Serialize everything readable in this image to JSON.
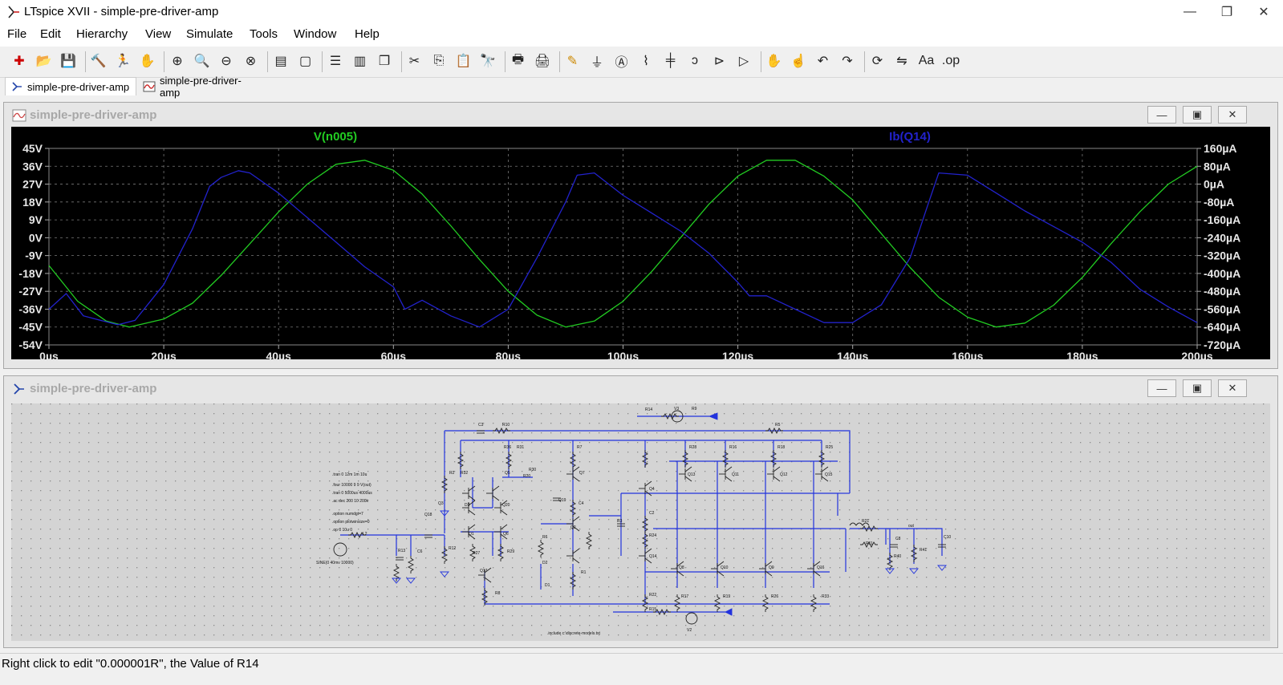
{
  "window": {
    "title": "LTspice XVII - simple-pre-driver-amp",
    "controls": [
      "minimize-icon",
      "restore-icon",
      "close-icon"
    ]
  },
  "menu": [
    {
      "label": "File",
      "accel": "F"
    },
    {
      "label": "Edit",
      "accel": "E"
    },
    {
      "label": "Hierarchy",
      "accel": "H"
    },
    {
      "label": "View",
      "accel": "V"
    },
    {
      "label": "Simulate",
      "accel": "S"
    },
    {
      "label": "Tools",
      "accel": "T"
    },
    {
      "label": "Window",
      "accel": "W"
    },
    {
      "label": "Help",
      "accel": "H"
    }
  ],
  "toolbar": {
    "icons": [
      "new-schematic-icon",
      "open-icon",
      "save-icon",
      "control-panel-icon",
      "run-icon",
      "halt-icon",
      "zoom-in-icon",
      "zoom-pan-icon",
      "zoom-out-icon",
      "zoom-cancel-icon",
      "autorange-icon",
      "zoom-unzoom-icon",
      "tile-horizontal-icon",
      "tile-vertical-icon",
      "cascade-icon",
      "cut-icon",
      "copy-icon",
      "paste-icon",
      "find-icon",
      "print-icon",
      "print-setup-icon",
      "wire-icon",
      "ground-icon",
      "label-net-icon",
      "resistor-icon",
      "capacitor-icon",
      "inductor-icon",
      "diode-icon",
      "component-icon",
      "move-icon",
      "drag-icon",
      "undo-icon",
      "redo-icon",
      "rotate-icon",
      "mirror-icon",
      "text-icon",
      "spice-directive-icon"
    ],
    "op_label": ".op",
    "text_label": "Aa"
  },
  "tabs": [
    {
      "label": "simple-pre-driver-amp",
      "icon": "schematic-icon",
      "active": true
    },
    {
      "label": "simple-pre-driver-amp",
      "icon": "waveform-icon",
      "active": false
    }
  ],
  "plot_window": {
    "title": "simple-pre-driver-amp",
    "icon": "waveform-icon"
  },
  "schematic_window": {
    "title": "simple-pre-driver-amp",
    "icon": "schematic-icon",
    "directives": [
      ".tran 0 12m 1m 10u",
      ".four 10000 9 9 V(out)",
      ".tran 0 5000us 4000us",
      ".ac dec 200 10 200k",
      ".option numdgt=7",
      ".option plotwinsize=0",
      ".op 0 10u 0"
    ],
    "source_label": "SINE(0 40mv 10000)",
    "include_text": ".include c:\\discrete-models.txt",
    "part_labels": [
      "R14",
      "V3",
      "R9",
      "R10",
      "C3",
      "R5",
      "R2",
      "Q3",
      "R36",
      "R31",
      "R30",
      "R20",
      "R7",
      "R28",
      "R16",
      "R18",
      "R25",
      "R32",
      "Q5",
      "Q7",
      "Q4",
      "Q13",
      "Q11",
      "Q12",
      "Q15",
      "Q18",
      "D3",
      "Q20",
      "Q19",
      "C4",
      "R3",
      "C2",
      "R21",
      "L2",
      "R13",
      "C6",
      "R12",
      "R8",
      "Q1",
      "Q6",
      "Q2",
      "R6",
      "R24",
      "R11",
      "C8",
      "R40",
      "R41",
      "C10",
      "Q17",
      "R29",
      "D2",
      "Q14",
      "Q8",
      "Q10",
      "Q9",
      "Q16",
      "R1",
      "R27",
      "D1",
      "R15",
      "V2",
      "R22",
      "R17",
      "R19",
      "R26",
      "R33",
      "out"
    ]
  },
  "chart_data": {
    "type": "line",
    "x_label_unit": "µs",
    "x_ticks": [
      "0µs",
      "20µs",
      "40µs",
      "60µs",
      "80µs",
      "100µs",
      "120µs",
      "140µs",
      "160µs",
      "180µs",
      "200µs"
    ],
    "xlim": [
      0,
      200
    ],
    "left_axis": {
      "ticks": [
        "45V",
        "36V",
        "27V",
        "18V",
        "9V",
        "0V",
        "-9V",
        "-18V",
        "-27V",
        "-36V",
        "-45V",
        "-54V"
      ],
      "ylim": [
        -54,
        45
      ]
    },
    "right_axis": {
      "ticks": [
        "160µA",
        "80µA",
        "0µA",
        "-80µA",
        "-160µA",
        "-240µA",
        "-320µA",
        "-400µA",
        "-480µA",
        "-560µA",
        "-640µA",
        "-720µA"
      ],
      "ylim": [
        -720,
        160
      ]
    },
    "grid": true,
    "series": [
      {
        "name": "V(n005)",
        "color": "#22cc22",
        "axis": "left",
        "x": [
          0,
          5,
          10,
          14,
          20,
          25,
          30,
          35,
          40,
          45,
          50,
          55,
          60,
          65,
          70,
          75,
          80,
          85,
          90,
          95,
          100,
          105,
          110,
          115,
          120,
          125,
          130,
          135,
          140,
          145,
          150,
          155,
          160,
          165,
          170,
          175,
          180,
          185,
          190,
          195,
          200
        ],
        "y": [
          -14,
          -32,
          -42,
          -45,
          -41,
          -33,
          -19,
          -3,
          13,
          27,
          37,
          39,
          34,
          22,
          6,
          -11,
          -27,
          -39,
          -45,
          -42,
          -32,
          -17,
          0,
          17,
          31,
          39,
          39,
          31,
          19,
          2,
          -15,
          -30,
          -40,
          -45,
          -43,
          -34,
          -20,
          -3,
          13,
          27,
          36
        ]
      },
      {
        "name": "Ib(Q14)",
        "color": "#2222cc",
        "axis": "right",
        "x": [
          0,
          3,
          6,
          12,
          15,
          20,
          25,
          28,
          30,
          33,
          35,
          40,
          45,
          50,
          55,
          60,
          62,
          65,
          70,
          75,
          80,
          85,
          90,
          92,
          95,
          100,
          105,
          110,
          115,
          120,
          122,
          125,
          130,
          135,
          140,
          145,
          150,
          153,
          155,
          160,
          165,
          170,
          175,
          180,
          185,
          190,
          195,
          200
        ],
        "y": [
          -560,
          -490,
          -590,
          -630,
          -610,
          -450,
          -200,
          -10,
          30,
          60,
          50,
          -40,
          -150,
          -260,
          -370,
          -460,
          -560,
          -520,
          -590,
          -640,
          -560,
          -330,
          -80,
          40,
          50,
          -50,
          -130,
          -210,
          -310,
          -440,
          -500,
          -500,
          -560,
          -620,
          -620,
          -540,
          -330,
          -100,
          50,
          40,
          -40,
          -120,
          -190,
          -260,
          -350,
          -470,
          -550,
          -620
        ]
      }
    ]
  },
  "status": {
    "text": "Right click to edit \"0.000001R\", the Value of R14"
  }
}
